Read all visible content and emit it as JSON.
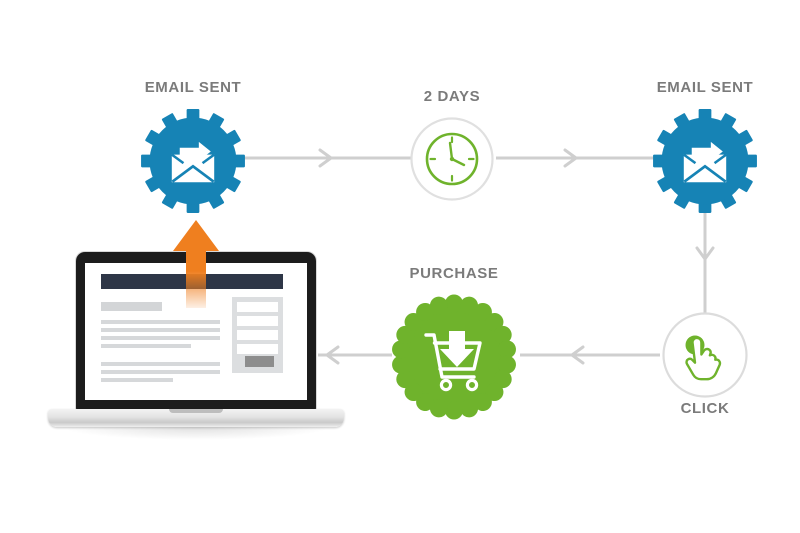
{
  "diagram": {
    "title": "Email marketing automation flow",
    "background": "#ffffff",
    "colors": {
      "blue": "#1683b5",
      "green": "#6fb32c",
      "label_gray": "#7b7b7b",
      "connector_gray": "#cfcfcf",
      "orange": "#ef7f1f",
      "screen_navy": "#2e3647",
      "ring_gray": "#d9d9d9"
    },
    "nodes": [
      {
        "id": "email-sent-1",
        "label": "EMAIL SENT",
        "icon": "gear-envelope-icon",
        "shape": "gear",
        "color": "#1683b5"
      },
      {
        "id": "wait-2-days",
        "label": "2 DAYS",
        "icon": "clock-icon",
        "shape": "circle-outline",
        "color": "#6fb32c"
      },
      {
        "id": "email-sent-2",
        "label": "EMAIL SENT",
        "icon": "gear-envelope-icon",
        "shape": "gear",
        "color": "#1683b5"
      },
      {
        "id": "click",
        "label": "CLICK",
        "icon": "pointing-hand-icon",
        "shape": "circle-outline",
        "color": "#6fb32c"
      },
      {
        "id": "purchase",
        "label": "PURCHASE",
        "icon": "shopping-cart-download-icon",
        "shape": "starburst-badge",
        "color": "#6fb32c"
      },
      {
        "id": "landing-page",
        "label": "",
        "icon": "laptop-icon",
        "shape": "device",
        "color": "#1c1c1c"
      }
    ],
    "connectors": [
      {
        "from": "email-sent-1",
        "to": "wait-2-days",
        "direction": "right"
      },
      {
        "from": "wait-2-days",
        "to": "email-sent-2",
        "direction": "right"
      },
      {
        "from": "email-sent-2",
        "to": "click",
        "direction": "down"
      },
      {
        "from": "click",
        "to": "purchase",
        "direction": "left"
      },
      {
        "from": "purchase",
        "to": "landing-page",
        "direction": "left"
      },
      {
        "from": "landing-page",
        "to": "email-sent-1",
        "direction": "up",
        "color": "#ef7f1f"
      }
    ],
    "laptop_screen": {
      "header_bar": true,
      "heading_block": true,
      "paragraph_groups": [
        3,
        2
      ],
      "sidebar_fields": 4,
      "sidebar_button": true
    }
  }
}
